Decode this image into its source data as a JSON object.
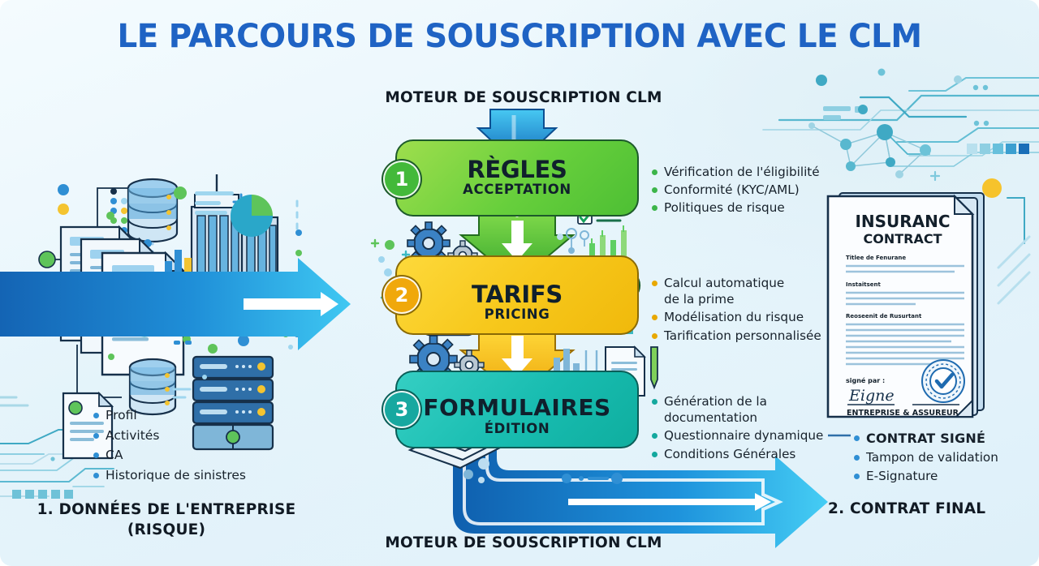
{
  "title": "LE PARCOURS DE SOUSCRIPTION AVEC LE CLM",
  "captions": {
    "top": "MOTEUR DE SOUSCRIPTION CLM",
    "bottom": "MOTEUR DE SOUSCRIPTION CLM",
    "left": "1. DONNÉES DE L'ENTREPRISE\n(RISQUE)",
    "right": "2. CONTRAT FINAL"
  },
  "steps": [
    {
      "number": "1",
      "title": "RÈGLES",
      "subtitle": "ACCEPTATION",
      "color": "#5ecb37",
      "badge_color": "#43b93a",
      "bullet_color": "#3cb54a",
      "bullets": [
        "Vérification de l'éligibilité",
        "Conformité (KYC/AML)",
        "Politiques de risque"
      ]
    },
    {
      "number": "2",
      "title": "TARIFS",
      "subtitle": "PRICING",
      "color": "#f7c81c",
      "badge_color": "#f0a80b",
      "bullet_color": "#e8a800",
      "bullets": [
        "Calcul automatique\nde la prime",
        "Modélisation du risque",
        "Tarification personnalisée"
      ]
    },
    {
      "number": "3",
      "title": "FORMULAIRES",
      "subtitle": "ÉDITION",
      "color": "#18bcb0",
      "badge_color": "#17a8a0",
      "bullet_color": "#14a89e",
      "bullets": [
        "Génération de la\ndocumentation",
        "Questionnaire dynamique",
        "Conditions Générales"
      ]
    }
  ],
  "input_panel": {
    "bullets": [
      "Profil",
      "Activités",
      "CA",
      "Historique de sinistres"
    ]
  },
  "output_panel": {
    "bullets": [
      "CONTRAT SIGNÉ",
      "Tampon de validation",
      "E-Signature"
    ]
  },
  "contract_document": {
    "heading": "INSURANC",
    "subheading": "CONTRACT",
    "field_labels": [
      "Titlee de Fenurane",
      "Instaitsent",
      "Reoseenit de Rusurtant"
    ],
    "signature_label": "signé par :",
    "signature_script": "Eigne",
    "signers": "ENTREPRISE  &  ASSUREUR"
  },
  "colors": {
    "title_blue": "#1f63c4",
    "arrow_blue_light": "#3ec6f0",
    "arrow_blue_dark": "#0f63b8",
    "background": "#e9f6fc"
  }
}
